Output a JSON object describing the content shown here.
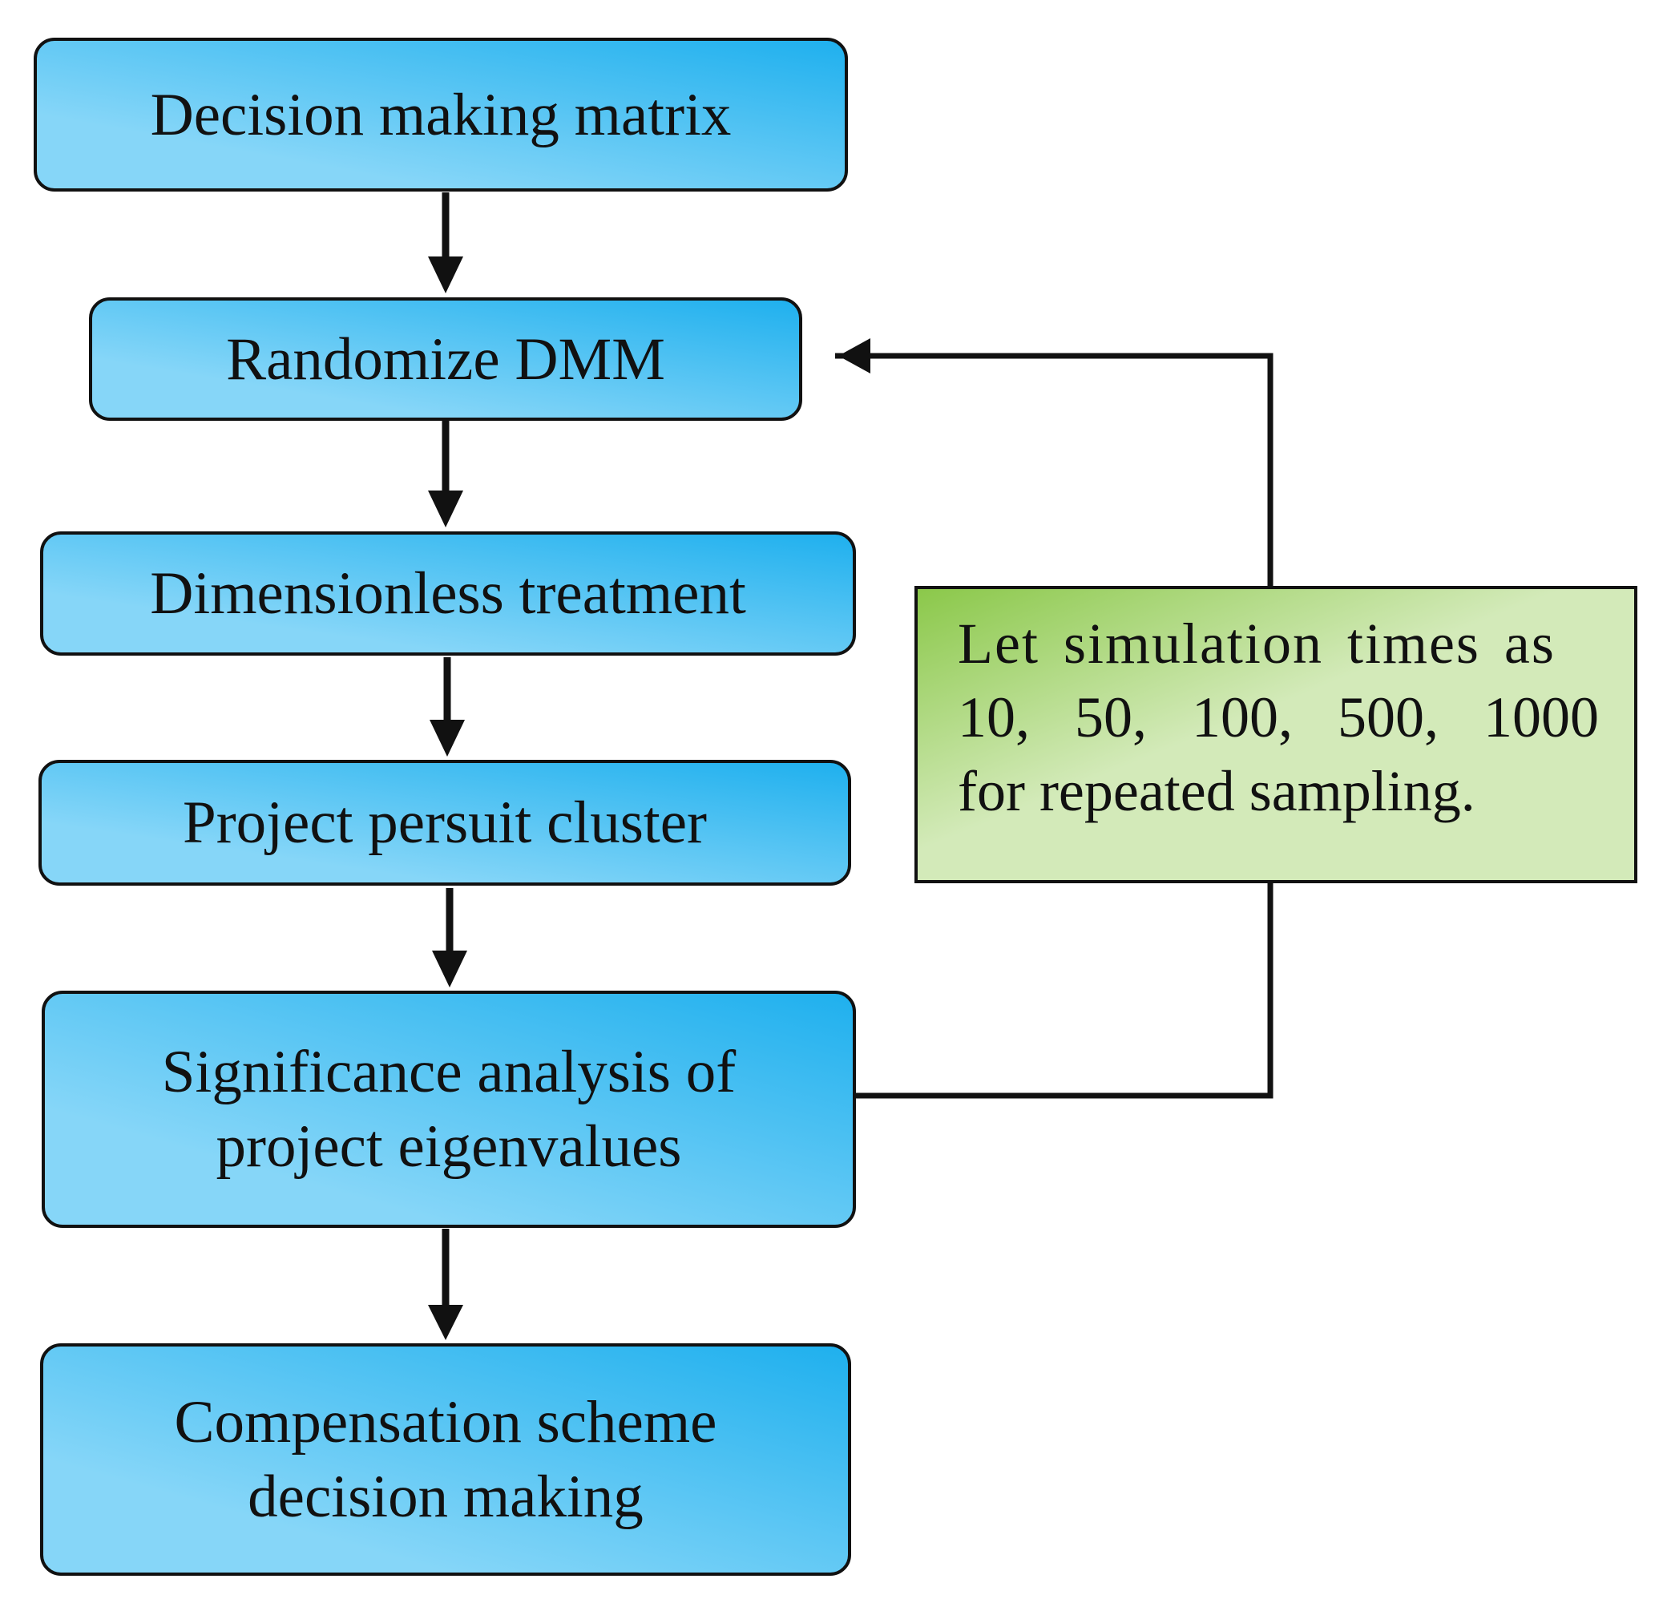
{
  "colors": {
    "box_fill_light": "#86d6f8",
    "box_fill_dark": "#1fb0ee",
    "note_fill_light": "#d3eab9",
    "note_fill_dark": "#8bc84a",
    "line": "#111111"
  },
  "steps": [
    {
      "label": "Decision making matrix"
    },
    {
      "label": "Randomize DMM"
    },
    {
      "label": "Dimensionless treatment"
    },
    {
      "label": "Project persuit cluster"
    },
    {
      "label": "Significance analysis of\nproject eigenvalues"
    },
    {
      "label": "Compensation scheme\ndecision making"
    }
  ],
  "note": {
    "line1": "Let simulation times as",
    "values": [
      "10,",
      "50,",
      "100,",
      "500,",
      "1000"
    ],
    "line3": "for repeated sampling."
  }
}
